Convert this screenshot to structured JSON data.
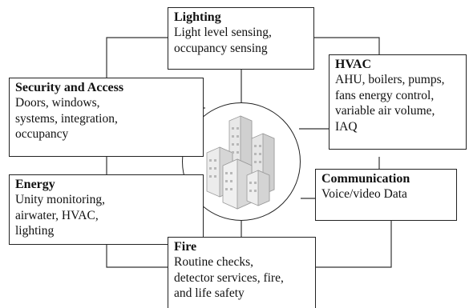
{
  "diagram": {
    "center": {
      "icon": "buildings-icon"
    },
    "nodes": {
      "lighting": {
        "title": "Lighting",
        "lines": [
          "Light level sensing,",
          "occupancy sensing"
        ]
      },
      "hvac": {
        "title": "HVAC",
        "lines": [
          "AHU, boilers, pumps,",
          "fans energy control,",
          "variable air volume,",
          "IAQ"
        ]
      },
      "security": {
        "title": "Security and Access",
        "lines": [
          "Doors, windows,",
          "systems, integration,",
          "occupancy"
        ]
      },
      "communication": {
        "title": "Communication",
        "lines": [
          "Voice/video Data"
        ]
      },
      "energy": {
        "title": "Energy",
        "lines": [
          "Unity monitoring,",
          "airwater, HVAC,",
          "lighting"
        ]
      },
      "fire": {
        "title": "Fire",
        "lines": [
          "Routine checks,",
          "detector services, fire,",
          "and life safety"
        ]
      }
    }
  }
}
